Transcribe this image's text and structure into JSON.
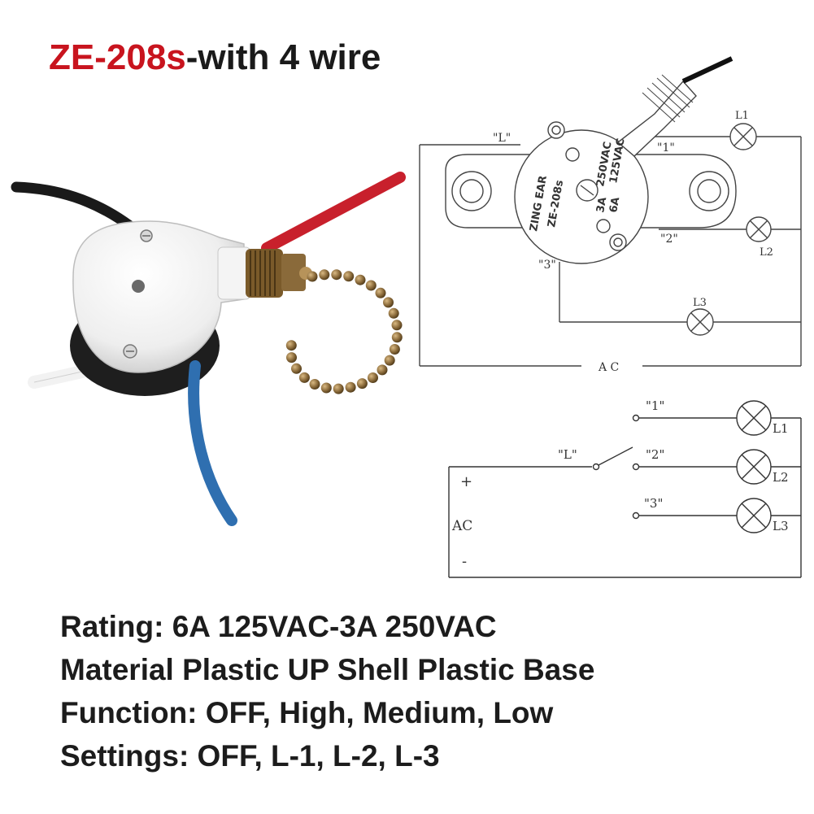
{
  "title": {
    "model": "ZE-208s",
    "suffix": "-with 4 wire"
  },
  "diagram_top": {
    "terminal_L": "\"L\"",
    "terminal_1": "\"1\"",
    "terminal_2": "\"2\"",
    "terminal_3": "\"3\"",
    "lamp_1": "L1",
    "lamp_2": "L2",
    "lamp_3": "L3",
    "ac": "A C",
    "switch_markings": [
      "ZING EAR",
      "ZE-208s",
      "250VAC",
      "125VAC",
      "3A",
      "6A"
    ]
  },
  "diagram_bottom": {
    "terminal_L": "\"L\"",
    "terminal_1": "\"1\"",
    "terminal_2": "\"2\"",
    "terminal_3": "\"3\"",
    "lamp_1": "L1",
    "lamp_2": "L2",
    "lamp_3": "L3",
    "plus": "+",
    "ac": "AC",
    "minus": "-"
  },
  "specs": {
    "rating": "Rating: 6A 125VAC-3A 250VAC",
    "material": "Material Plastic UP Shell Plastic Base",
    "function": "Function: OFF, High, Medium, Low",
    "settings": "Settings: OFF, L-1, L-2, L-3"
  },
  "colors": {
    "model_red": "#c8141e",
    "wire_red": "#c8202c",
    "wire_blue": "#2f6fb0",
    "wire_black": "#1a1a1a",
    "chain_brass": "#8a6a3a"
  }
}
